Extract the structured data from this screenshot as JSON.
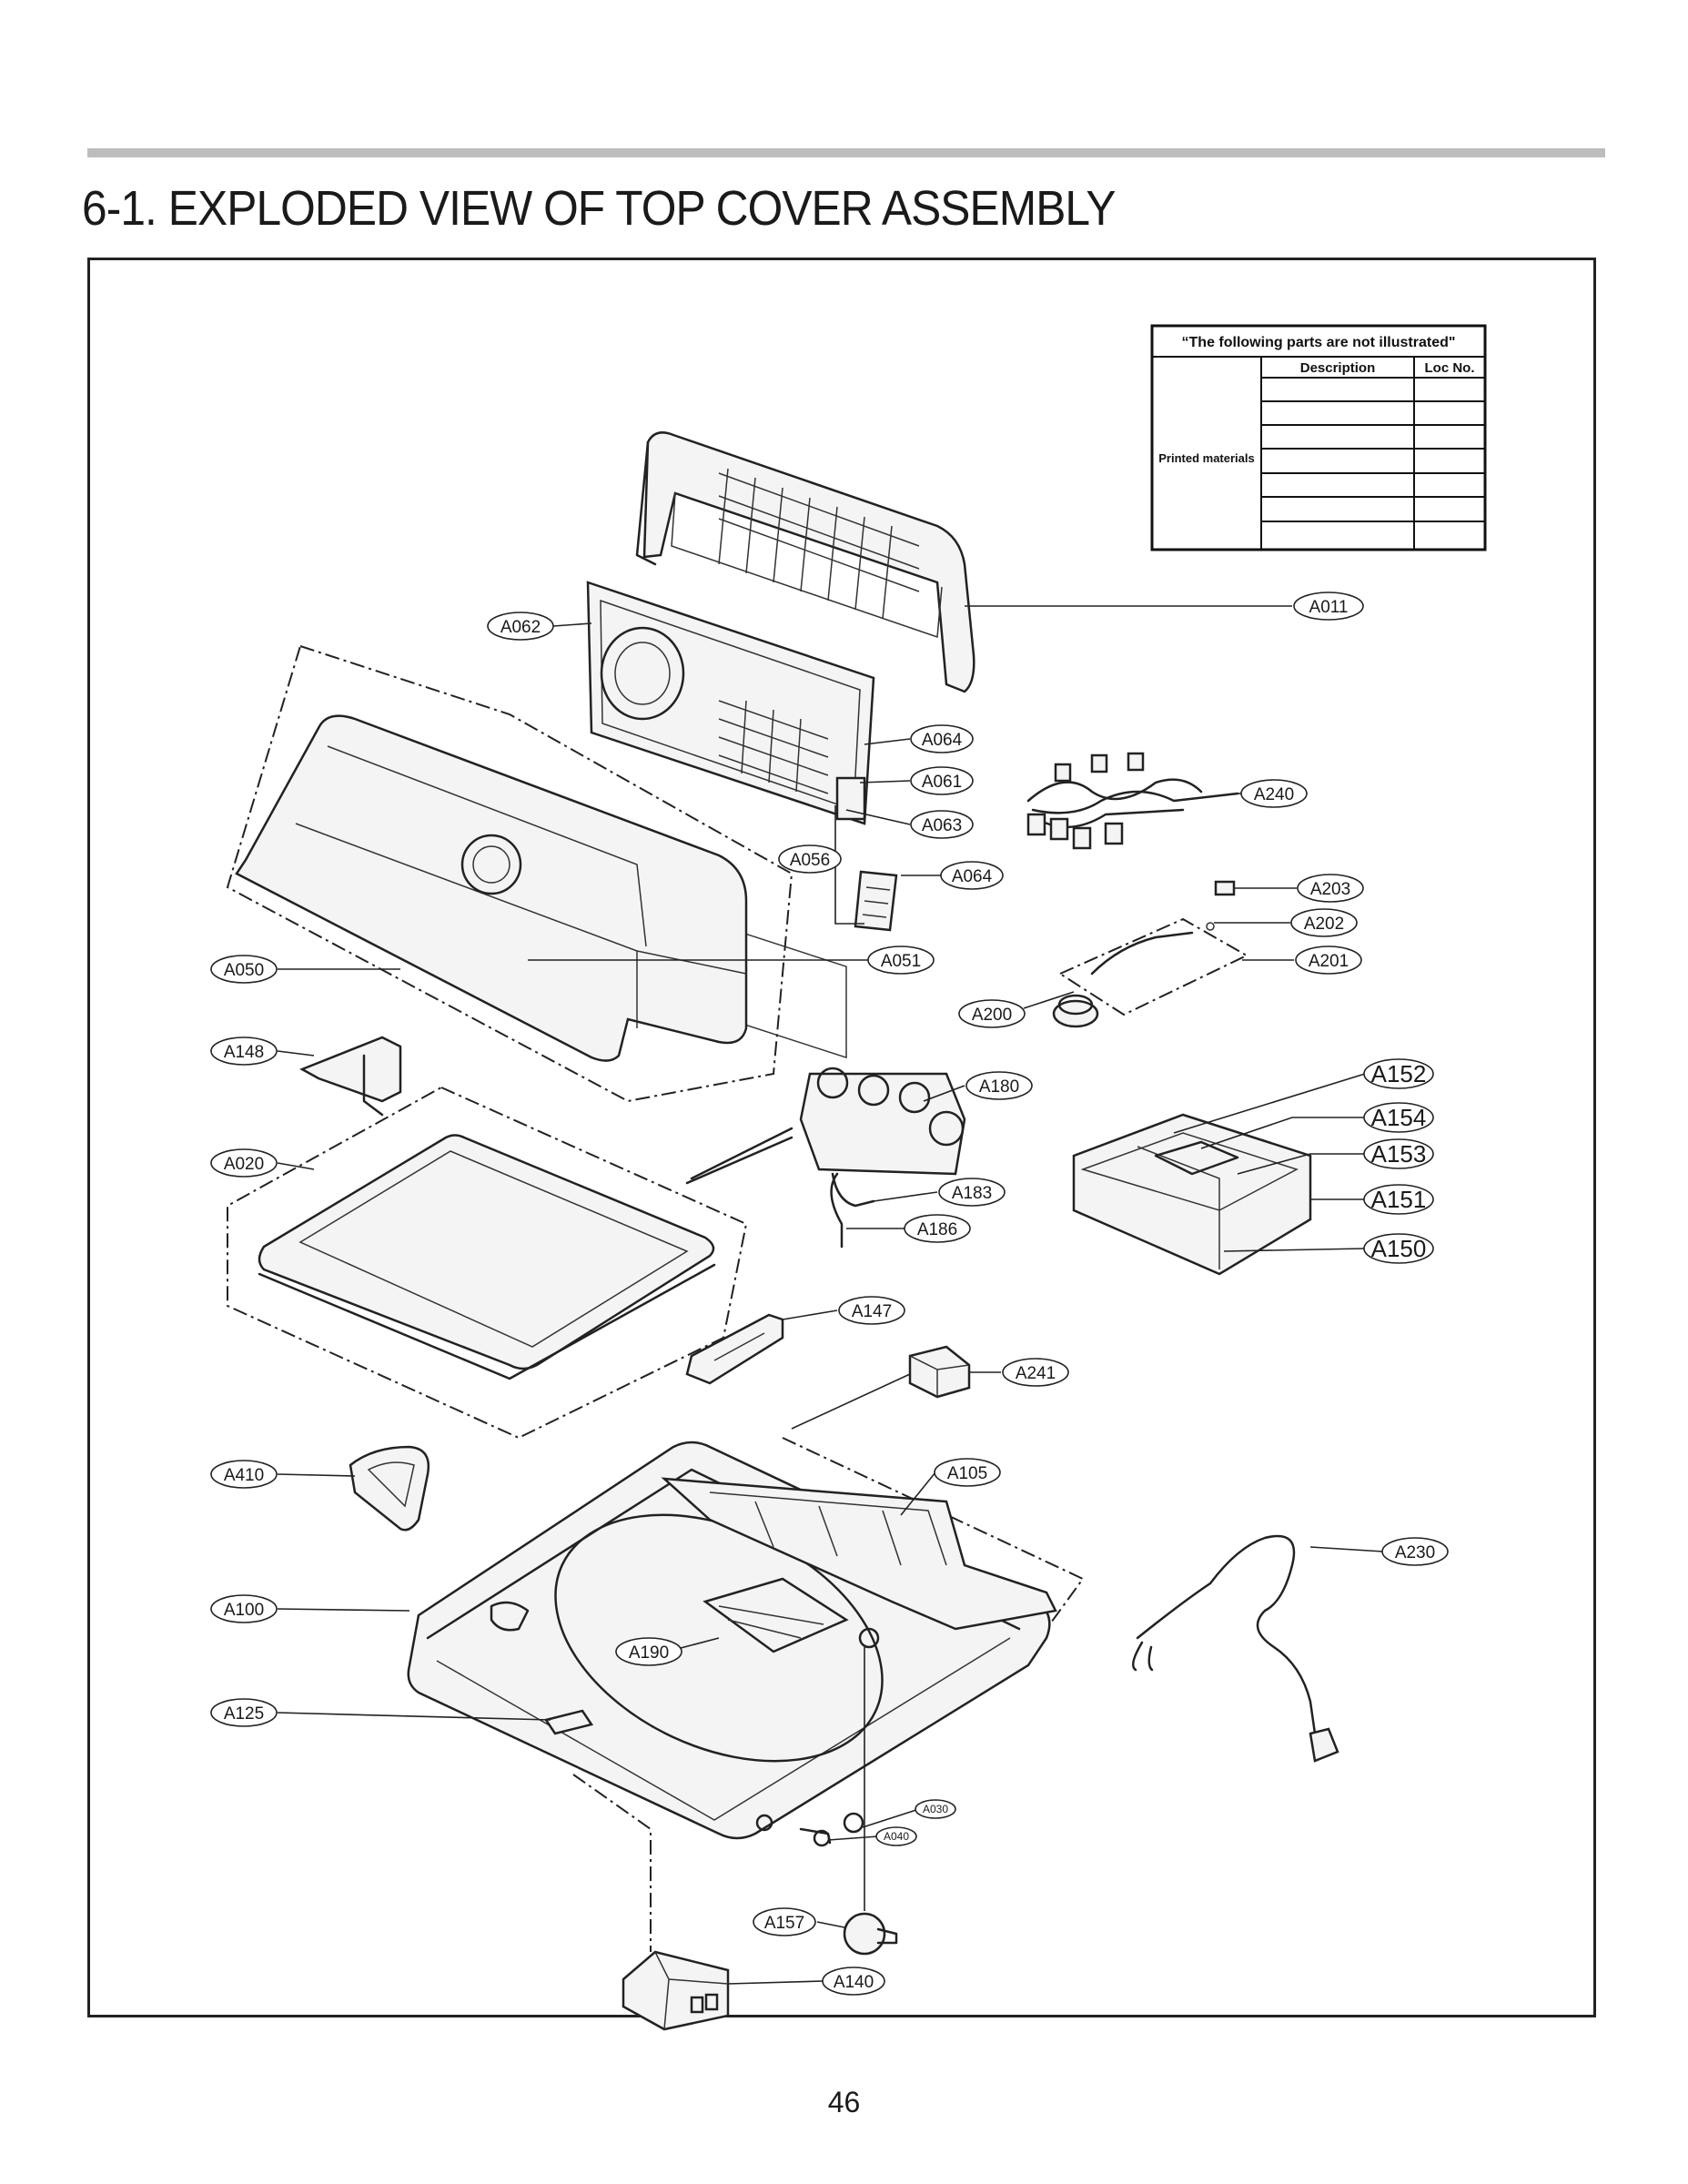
{
  "page": {
    "title": "6-1. EXPLODED VIEW OF TOP COVER ASSEMBLY",
    "page_number": "46"
  },
  "not_illustrated_table": {
    "heading": "“The following parts are not illustrated\"",
    "col_description": "Description",
    "col_loc_no": "Loc No.",
    "row_group_label": "Printed materials",
    "rows": [
      "",
      "",
      "",
      "",
      "",
      "",
      ""
    ]
  },
  "callouts": [
    {
      "id": "A011"
    },
    {
      "id": "A062"
    },
    {
      "id": "A064"
    },
    {
      "id": "A061"
    },
    {
      "id": "A063"
    },
    {
      "id": "A056"
    },
    {
      "id": "A064"
    },
    {
      "id": "A240"
    },
    {
      "id": "A203"
    },
    {
      "id": "A202"
    },
    {
      "id": "A201"
    },
    {
      "id": "A050"
    },
    {
      "id": "A051"
    },
    {
      "id": "A200"
    },
    {
      "id": "A148"
    },
    {
      "id": "A180"
    },
    {
      "id": "A152"
    },
    {
      "id": "A154"
    },
    {
      "id": "A153"
    },
    {
      "id": "A151"
    },
    {
      "id": "A150"
    },
    {
      "id": "A020"
    },
    {
      "id": "A183"
    },
    {
      "id": "A186"
    },
    {
      "id": "A147"
    },
    {
      "id": "A241"
    },
    {
      "id": "A410"
    },
    {
      "id": "A105"
    },
    {
      "id": "A230"
    },
    {
      "id": "A100"
    },
    {
      "id": "A190"
    },
    {
      "id": "A125"
    },
    {
      "id": "A030"
    },
    {
      "id": "A040"
    },
    {
      "id": "A157"
    },
    {
      "id": "A140"
    }
  ]
}
